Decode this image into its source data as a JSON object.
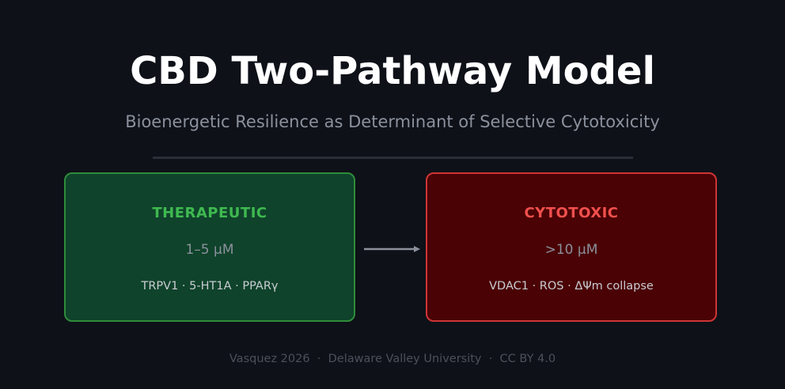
{
  "header": {
    "title": "CBD Two-Pathway Model",
    "subtitle": "Bioenergetic Resilience as Determinant of Selective Cytotoxicity"
  },
  "pathways": [
    {
      "label": "THERAPEUTIC",
      "dose": "1–5 µM",
      "targets": "TRPV1 · 5-HT1A · PPARγ",
      "color": "#3fb950",
      "background": "#0f432b",
      "border": "#2e8d3a"
    },
    {
      "label": "CYTOTOXIC",
      "dose": ">10 µM",
      "targets": "VDAC1 · ROS · ΔΨm collapse",
      "color": "#f0504d",
      "background": "#4a0204",
      "border": "#cf3535"
    }
  ],
  "connector": {
    "icon": "arrow-right-icon",
    "color": "#8b919c"
  },
  "footer": {
    "text": "Vasquez 2026  ·  Delaware Valley University  ·  CC BY 4.0"
  }
}
